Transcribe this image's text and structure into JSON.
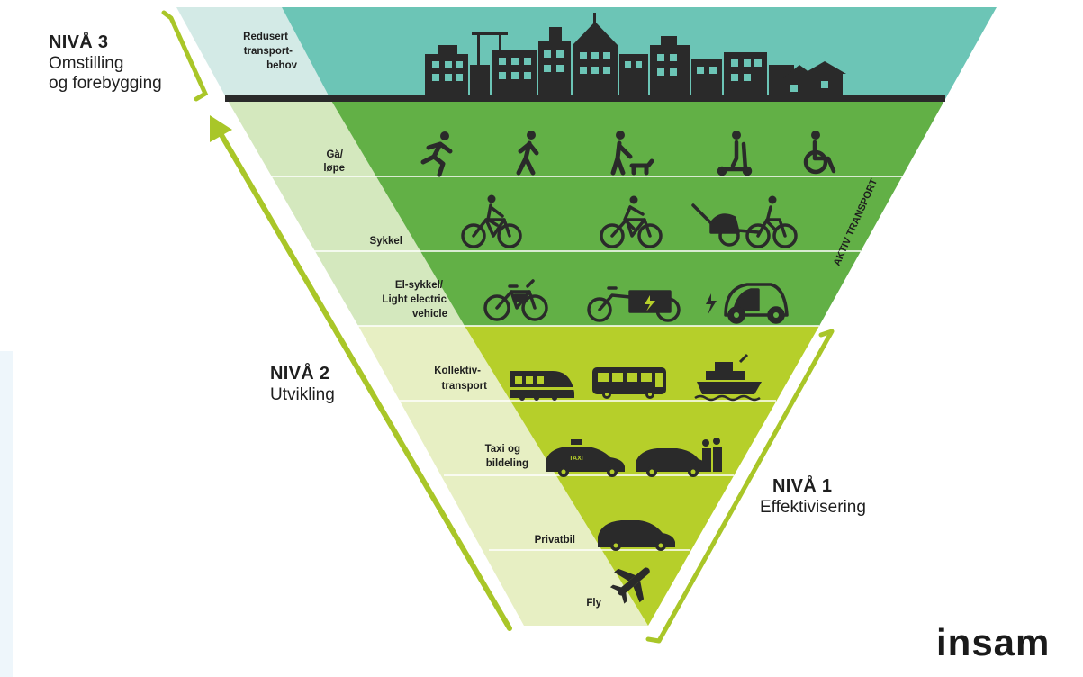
{
  "level3": {
    "title": "NIVÅ 3",
    "subtitle_line1": "Omstilling",
    "subtitle_line2": "og forebygging"
  },
  "level2": {
    "title": "NIVÅ 2",
    "subtitle": "Utvikling"
  },
  "level1": {
    "title": "NIVÅ 1",
    "subtitle": "Effektivisering"
  },
  "rows": {
    "reduced": [
      "Redusert",
      "transport-",
      "behov"
    ],
    "walk": [
      "Gå/",
      "løpe"
    ],
    "bike": [
      "Sykkel"
    ],
    "ebike": [
      "El-sykkel/",
      "Light electric",
      "vehicle"
    ],
    "transit": [
      "Kollektiv-",
      "transport"
    ],
    "taxi": [
      "Taxi og",
      "bildeling"
    ],
    "car": [
      "Privatbil"
    ],
    "plane": [
      "Fly"
    ]
  },
  "active_transport_label": "AKTIV TRANSPORT",
  "taxi_sign": "TAXI",
  "logo": "insam",
  "colors": {
    "teal": "#6cc5b6",
    "green": "#62b046",
    "lime": "#b6cf2a",
    "pale_teal": "#d3eae6",
    "pale_green": "#d4e8be",
    "pale_lime": "#e7efc3",
    "bracket": "#a9c628",
    "icon": "#2a2a2a"
  },
  "icons": [
    "city-skyline-icon",
    "running-person-icon",
    "walking-person-icon",
    "person-walking-dog-icon",
    "kick-scooter-icon",
    "wheelchair-icon",
    "bicycle-icon",
    "cyclist-icon",
    "cyclist-with-trailer-icon",
    "electric-bike-icon",
    "cargo-bike-icon",
    "electric-microcar-icon",
    "train-icon",
    "bus-icon",
    "ferry-icon",
    "taxi-icon",
    "shared-car-icon",
    "private-car-icon",
    "airplane-icon"
  ]
}
